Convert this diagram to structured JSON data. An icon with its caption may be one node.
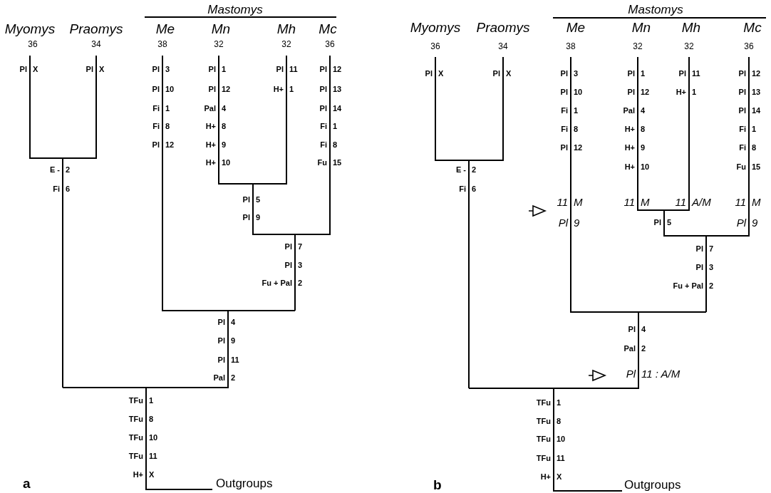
{
  "diagram": {
    "labels": [
      "Mastomys",
      "Myomys",
      "Praomys",
      "Me",
      "Mn",
      "Mh",
      "Mc",
      "36",
      "34",
      "38",
      "32",
      "32",
      "36",
      "Pl",
      "X",
      "Pl",
      "X",
      "Pl",
      "3",
      "Pl",
      "10",
      "Fi",
      "1",
      "Fi",
      "8",
      "Pl",
      "12",
      "Pl",
      "1",
      "Pl",
      "12",
      "Pal",
      "4",
      "H+",
      "8",
      "H+",
      "9",
      "H+",
      "10",
      "Pl",
      "11",
      "H+",
      "1",
      "Pl",
      "12",
      "Pl",
      "13",
      "Pl",
      "14",
      "Fi",
      "1",
      "Fi",
      "8",
      "Fu",
      "15",
      "E -",
      "2",
      "Fi",
      "6",
      "Pl",
      "5",
      "Pl",
      "9",
      "Pl",
      "7",
      "Pl",
      "3",
      "Fu + Pal",
      "2",
      "Pl",
      "4",
      "Pl",
      "9",
      "Pl",
      "11",
      "Pal",
      "2",
      "TFu",
      "1",
      "TFu",
      "8",
      "TFu",
      "10",
      "TFu",
      "11",
      "H+",
      "X",
      "a",
      "Outgroups",
      "Mastomys",
      "Myomys",
      "Praomys",
      "Me",
      "Mn",
      "Mh",
      "Mc",
      "36",
      "34",
      "38",
      "32",
      "32",
      "36",
      "Pl",
      "X",
      "Pl",
      "X",
      "Pl",
      "3",
      "Pl",
      "10",
      "Fi",
      "1",
      "Fi",
      "8",
      "Pl",
      "12",
      "11",
      "M",
      "Pl",
      "9",
      "Pl",
      "1",
      "Pl",
      "12",
      "Pal",
      "4",
      "H+",
      "8",
      "H+",
      "9",
      "H+",
      "10",
      "11",
      "M",
      "Pl",
      "11",
      "H+",
      "1",
      "11",
      "A/M",
      "Pl",
      "12",
      "Pl",
      "13",
      "Pl",
      "14",
      "Fi",
      "1",
      "Fi",
      "8",
      "Fu",
      "15",
      "11",
      "M",
      "Pl",
      "9",
      "E -",
      "2",
      "Fi",
      "6",
      "Pl",
      "5",
      "Pl",
      "7",
      "Pl",
      "3",
      "Fu + Pal",
      "2",
      "Pl",
      "4",
      "Pal",
      "2",
      "Pl",
      "11 : A/M",
      "TFu",
      "1",
      "TFu",
      "8",
      "TFu",
      "10",
      "TFu",
      "11",
      "H+",
      "X",
      "b",
      "Outgroups"
    ]
  }
}
